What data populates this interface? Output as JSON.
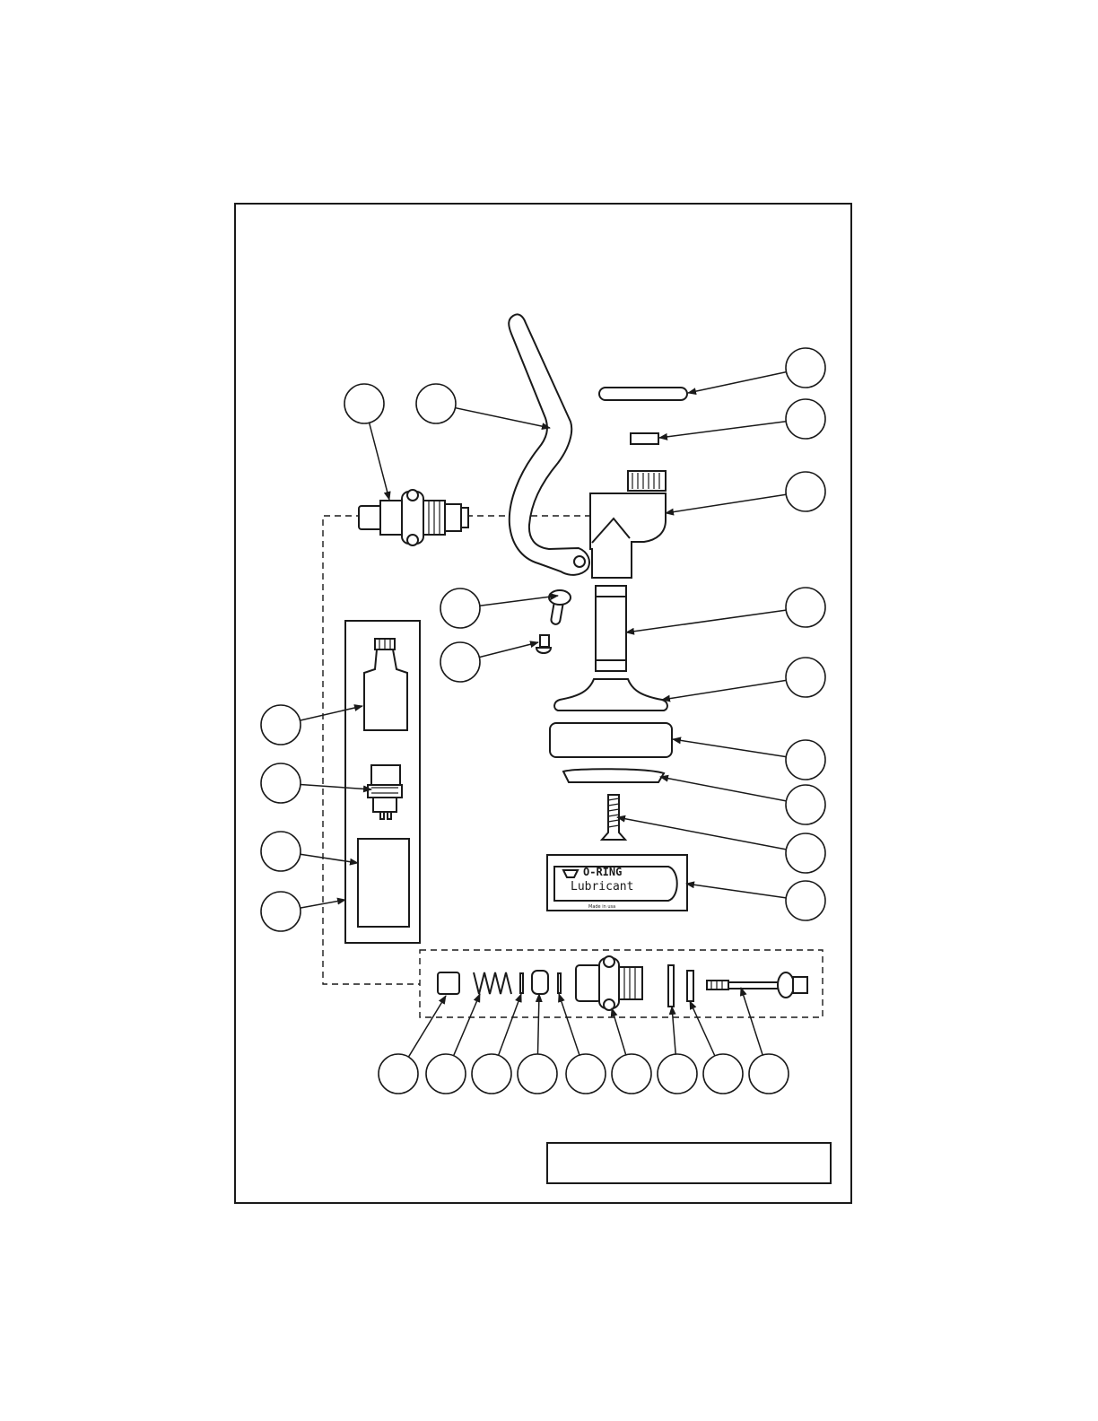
{
  "label": {
    "brand": "O-RING",
    "product": "Lubricant",
    "origin": "Made in usa"
  }
}
